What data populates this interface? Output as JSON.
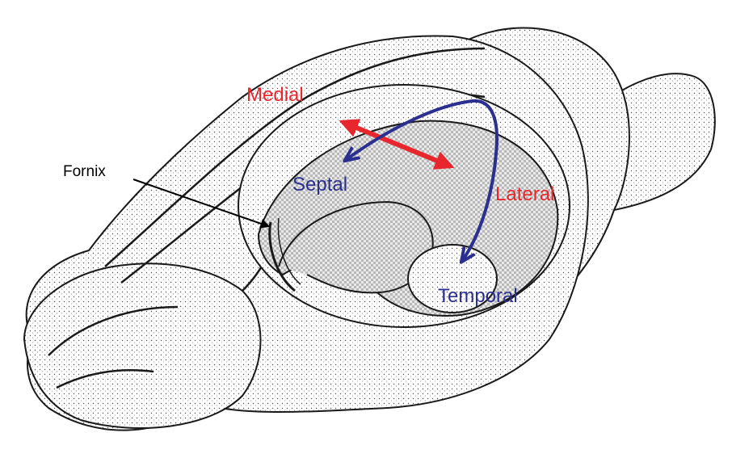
{
  "labels": {
    "fornix": "Fornix",
    "medial": "Medial",
    "septal": "Septal",
    "lateral": "Lateral",
    "temporal": "Temporal"
  },
  "colors": {
    "red_axis": "#e8262d",
    "blue_axis": "#2b2f8f",
    "pointer": "#000000",
    "ink": "#1a1a1a",
    "shade": "#8c8c8c",
    "background": "#ffffff"
  },
  "icons": {
    "illustration": "rodent-brain-hippocampus-sketch",
    "medial_lateral_arrow": "double-headed-arrow",
    "septal_temporal_arrow": "curved-double-headed-arrow",
    "fornix_pointer": "leader-line-arrow"
  }
}
